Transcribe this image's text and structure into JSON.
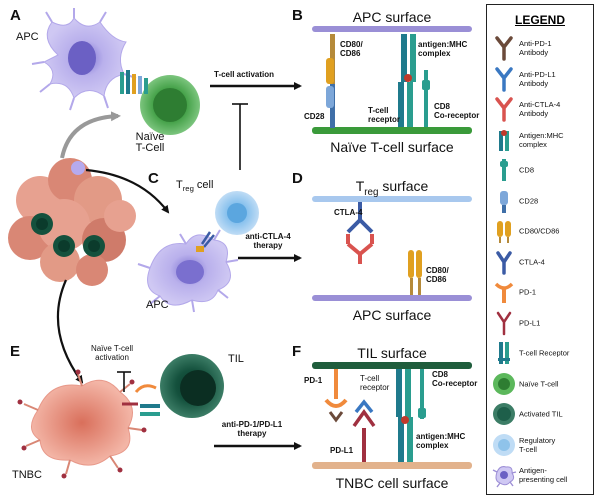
{
  "panels": {
    "a": "A",
    "b": "B",
    "c": "C",
    "d": "D",
    "e": "E",
    "f": "F"
  },
  "a": {
    "apc": "APC",
    "naive_line1": "Naïve",
    "naive_line2": "T-Cell",
    "arrow_label": "T-cell activation"
  },
  "b": {
    "apc_surface": "APC surface",
    "naive_surface": "Naïve T-cell surface",
    "cd80_line1": "CD80/",
    "cd80_line2": "CD86",
    "mhc_line1": "antigen:MHC",
    "mhc_line2": "complex",
    "cd28": "CD28",
    "tcr_line1": "T-cell",
    "tcr_line2": "receptor",
    "cd8_line1": "CD8",
    "cd8_line2": "Co-receptor"
  },
  "c": {
    "treg_main": "T",
    "treg_sub": "reg",
    "treg_tail": " cell",
    "apc": "APC",
    "therapy_line1": "anti-CTLA-4",
    "therapy_line2": "therapy"
  },
  "d": {
    "surface_main": "T",
    "surface_sub": "reg",
    "surface_tail": " surface",
    "ctla4": "CTLA-4",
    "cd80_line1": "CD80/",
    "cd80_line2": "CD86",
    "apc_surface": "APC surface"
  },
  "e": {
    "inhibit_line1": "Naïve T-cell",
    "inhibit_line2": "activation",
    "til": "TIL",
    "tnbc": "TNBC",
    "therapy_line1": "anti-PD-1/PD-L1",
    "therapy_line2": "therapy"
  },
  "f": {
    "til_surface": "TIL surface",
    "tnbc_surface": "TNBC cell surface",
    "pd1": "PD-1",
    "tcr_line1": "T-cell",
    "tcr_line2": "receptor",
    "cd8_line1": "CD8",
    "cd8_line2": "Co-receptor",
    "pdl1": "PD-L1",
    "mhc_line1": "antigen:MHC",
    "mhc_line2": "complex"
  },
  "legend": {
    "title": "LEGEND",
    "items": [
      {
        "line1": "Anti-PD-1",
        "line2": "Antibody",
        "icon": "antibody-icon",
        "color": "#6b4a3a"
      },
      {
        "line1": "Anti-PD-L1",
        "line2": "Antibody",
        "icon": "antibody-icon",
        "color": "#3a78c2"
      },
      {
        "line1": "Anti-CTLA-4",
        "line2": "Antibody",
        "icon": "antibody-icon",
        "color": "#d9534f"
      },
      {
        "line1": "Antigen:MHC",
        "line2": "complex",
        "icon": "mhc-icon",
        "color": "#2a9d8f"
      },
      {
        "line1": "CD8",
        "line2": "",
        "icon": "cd8-icon",
        "color": "#2a9d8f"
      },
      {
        "line1": "CD28",
        "line2": "",
        "icon": "cd28-icon",
        "color": "#7da7d9"
      },
      {
        "line1": "CD80/CD86",
        "line2": "",
        "icon": "cd80-icon",
        "color": "#e0a020"
      },
      {
        "line1": "CTLA-4",
        "line2": "",
        "icon": "ctla4-icon",
        "color": "#3b5ba5"
      },
      {
        "line1": "PD-1",
        "line2": "",
        "icon": "pd1-icon",
        "color": "#f08a3c"
      },
      {
        "line1": "PD-L1",
        "line2": "",
        "icon": "pdl1-icon",
        "color": "#a03040"
      },
      {
        "line1": "T-cell Receptor",
        "line2": "",
        "icon": "tcr-icon",
        "color": "#1f7a8c"
      },
      {
        "line1": "Naïve T-cell",
        "line2": "",
        "icon": "naive-tcell-icon",
        "color": "#5cb85c"
      },
      {
        "line1": "Activated TIL",
        "line2": "",
        "icon": "activated-til-icon",
        "color": "#1e5f4a"
      },
      {
        "line1": "Regulatory",
        "line2": "T-cell",
        "icon": "treg-icon",
        "color": "#8fc3ea"
      },
      {
        "line1": "Antigen-",
        "line2": "presenting cell",
        "icon": "apc-icon",
        "color": "#9d8fd6"
      }
    ]
  }
}
